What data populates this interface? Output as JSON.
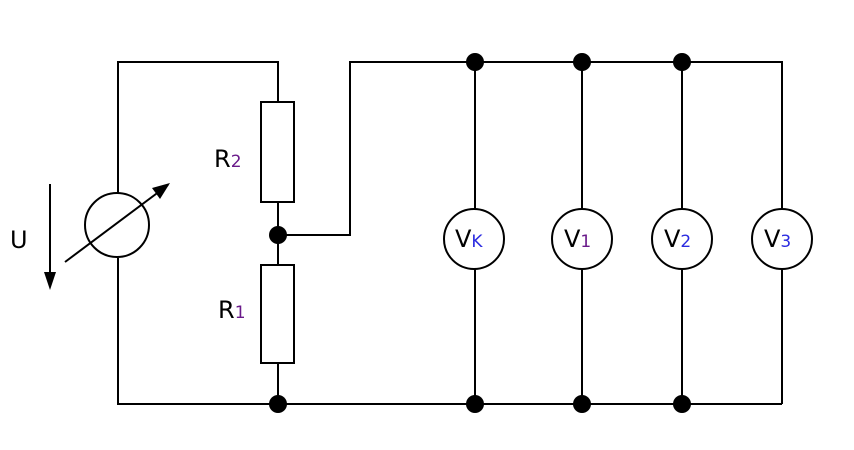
{
  "source_label": {
    "main": "U",
    "color": "#000000"
  },
  "resistors": [
    {
      "id": "r2",
      "main": "R",
      "sub": "2",
      "sub_color": "#6a1a8a"
    },
    {
      "id": "r1",
      "main": "R",
      "sub": "1",
      "sub_color": "#6a1a8a"
    }
  ],
  "voltmeters": [
    {
      "id": "vk",
      "main": "V",
      "sub": "K",
      "sub_color": "#2b2be0"
    },
    {
      "id": "v1",
      "main": "V",
      "sub": "1",
      "sub_color": "#6a1a8a"
    },
    {
      "id": "v2",
      "main": "V",
      "sub": "2",
      "sub_color": "#2b2be0"
    },
    {
      "id": "v3",
      "main": "V",
      "sub": "3",
      "sub_color": "#2b2be0"
    }
  ],
  "icons": [
    "variable-voltage-source-icon",
    "resistor-icon",
    "voltmeter-icon",
    "junction-dot-icon"
  ],
  "colors": {
    "wire": "#000000",
    "background": "#ffffff"
  }
}
